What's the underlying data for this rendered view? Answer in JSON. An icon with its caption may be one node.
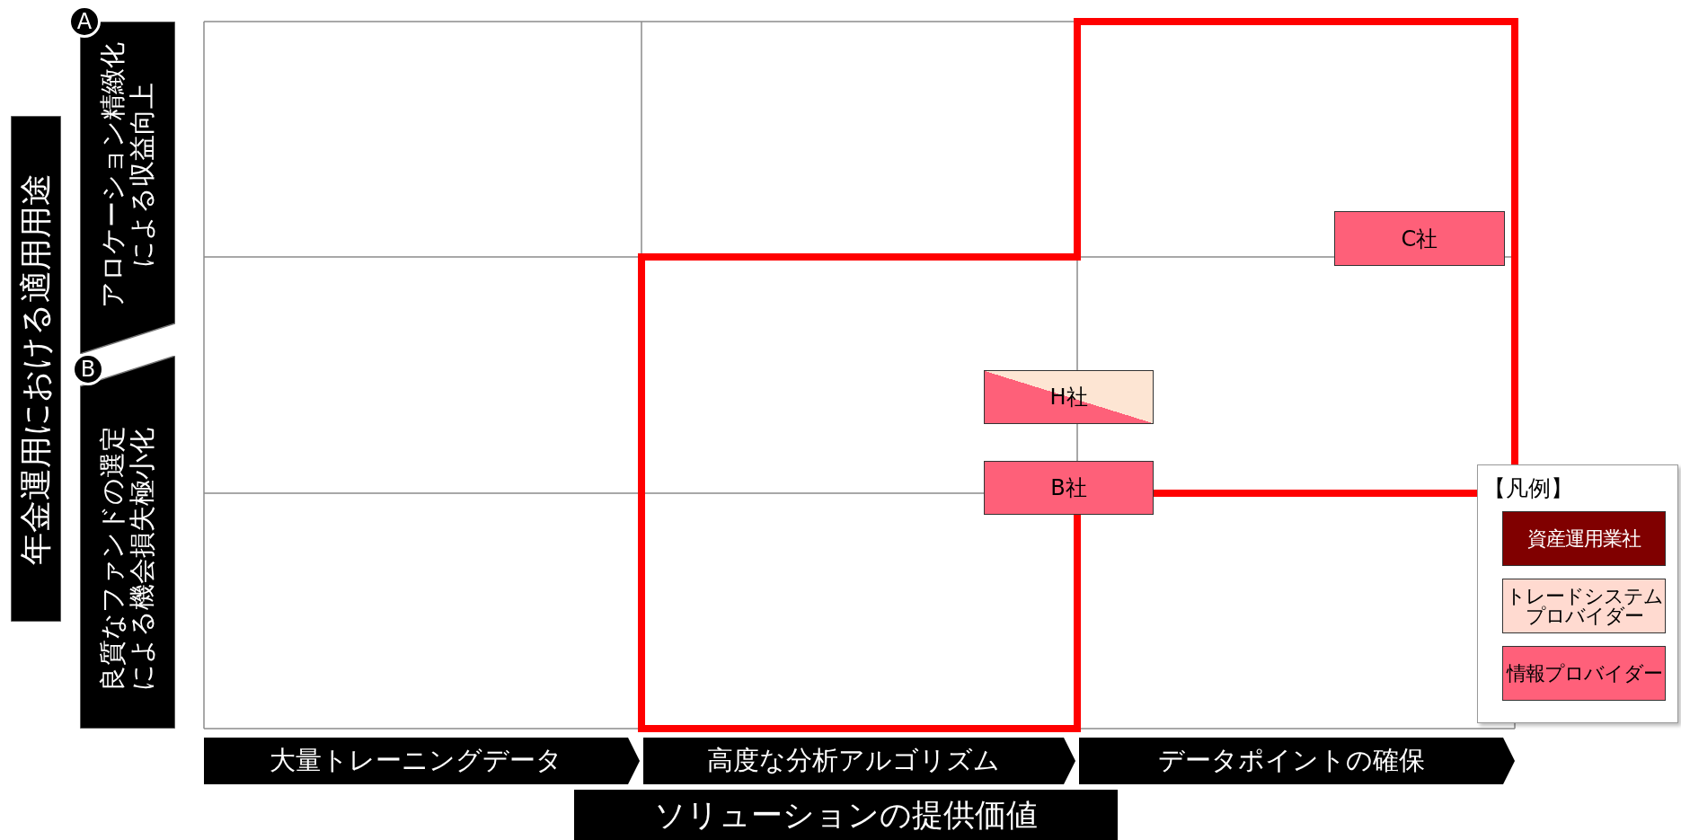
{
  "diagram": {
    "nodes": [
      {
        "text": [
          "年金運用における適用用途"
        ]
      },
      {
        "text": [
          "A"
        ]
      },
      {
        "text": [
          "アロケーション精緻化による収益向上"
        ]
      },
      {
        "text": [
          "B"
        ]
      },
      {
        "text": [
          "良質なファンドの選定による機会損失極小化"
        ]
      },
      {
        "text": [
          "C社"
        ]
      },
      {
        "text": [
          "H社"
        ]
      },
      {
        "text": [
          "B社"
        ]
      },
      {
        "text": [
          "大量トレーニングデータ"
        ]
      },
      {
        "text": [
          "高度な分析アルゴリズム"
        ]
      },
      {
        "text": [
          "データポイントの確保"
        ]
      },
      {
        "text": [
          "ソリューションの提供価値"
        ]
      }
    ],
    "labels": [
      "【凡例】"
    ],
    "legend": [
      {
        "text": "資産運用業社",
        "color": "#800000"
      },
      {
        "text": "トレードシステムプロバイダー",
        "color": "#ffdad0"
      },
      {
        "text": "情報プロバイダー",
        "color": "#ff607a"
      }
    ]
  }
}
